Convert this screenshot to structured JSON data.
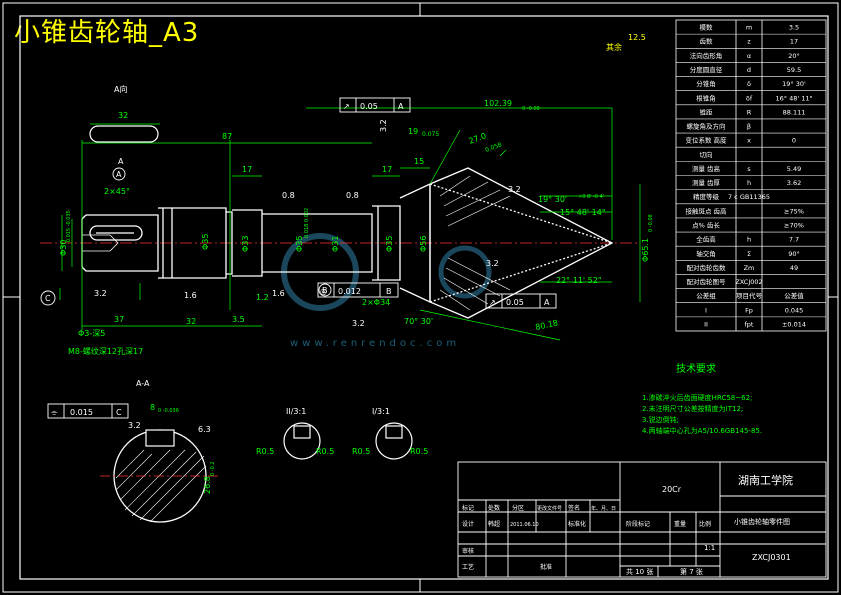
{
  "title": "小锥齿轮轴_A3",
  "view_labels": {
    "a_direction": "A向",
    "section_aa": "A-A",
    "detail_ii": "II/3:1",
    "detail_i": "I/3:1",
    "section_mark": "A",
    "rest_symbol": "其余",
    "rest_roughness": "12.5"
  },
  "dims": {
    "keyway_len": "32",
    "len_87": "87",
    "len_102": "102.39",
    "len_102_tol": "0 -0.08",
    "len_15": "15",
    "len_17a": "17",
    "len_17b": "17",
    "len_37": "37",
    "len_32": "32",
    "len_3_5": "3.5",
    "len_19": "19",
    "len_19_tol": "0.075",
    "len_27": "27.0",
    "len_27_tol": "0.058",
    "chamfer": "2×45°",
    "chamfer_2": "2×Φ34",
    "d1": "Φ30",
    "d1_tol": "-0.015 -0.035",
    "d2": "Φ35",
    "d3": "Φ35",
    "d3_tol": "0.018 0.002",
    "d4": "Φ31",
    "d5": "Φ35",
    "d6": "Φ56",
    "d7": "Φ65.1",
    "d7_tol": "0 -0.08",
    "d8": "Φ33",
    "hole": "Φ3-深5",
    "thread": "M8-螺纹深12孔深17",
    "len_80": "80.18",
    "ang_19": "19° 30'",
    "ang_19_tol": "+0 8' -0 4'",
    "ang_15": "15° 48' 14\"",
    "ang_22": "22° 11' 52\"",
    "ang_70": "70° 30'",
    "sec_h": "26.8",
    "sec_h_tol": "0 -0.2",
    "sec_w": "8",
    "sec_w_tol": "0 -0.036",
    "det_r1": "R0.5",
    "det_r2": "R0.5",
    "det_r3": "R0.5",
    "det_r4": "R0.5",
    "one_x": "1.2"
  },
  "roughness": {
    "r1": "3.2",
    "r2": "3.2",
    "r3": "1.6",
    "r4": "0.8",
    "r5": "0.8",
    "r6": "1.6",
    "r7": "3.2",
    "r8": "3.2",
    "r9": "3.2",
    "r10": "6.3",
    "r11": "3.2"
  },
  "tolerances": {
    "t1_sym": "↗",
    "t1_val": "0.05",
    "t1_ref": "A",
    "t2_sym": "◎",
    "t2_val": "0.012",
    "t2_ref": "B",
    "t3_sym": "↗",
    "t3_val": "0.05",
    "t3_ref": "A",
    "t4_sym": "⌯",
    "t4_val": "0.015",
    "t4_ref": "C"
  },
  "datums": [
    "A",
    "B",
    "C"
  ],
  "param_table": [
    [
      "模数",
      "m",
      "3.5"
    ],
    [
      "齿数",
      "z",
      "17"
    ],
    [
      "法向齿形角",
      "α",
      "20°"
    ],
    [
      "分度圆直径",
      "d",
      "59.5"
    ],
    [
      "分锥角",
      "δ",
      "19° 30'"
    ],
    [
      "根锥角",
      "δf",
      "16° 48' 11\""
    ],
    [
      "锥距",
      "R",
      "88.111"
    ],
    [
      "螺旋角及方向",
      "β",
      ""
    ],
    [
      "变位系数 高度",
      "x",
      "0"
    ],
    [
      "切向",
      "",
      ""
    ],
    [
      "测量 齿高",
      "s",
      "5.49"
    ],
    [
      "测量 齿厚",
      "h",
      "3.62"
    ],
    [
      "精度等级",
      "7 c GB11365",
      ""
    ],
    [
      "接触斑点 齿高",
      "",
      "≥75%"
    ],
    [
      "点% 齿长",
      "",
      "≥70%"
    ],
    [
      "全齿高",
      "h",
      "7.7"
    ],
    [
      "轴交角",
      "Σ",
      "90°"
    ],
    [
      "配对齿轮齿数",
      "Zm",
      "49"
    ],
    [
      "配对齿轮图号",
      "ZXCJ002",
      ""
    ],
    [
      "公差组",
      "项目代号",
      "公差值"
    ],
    [
      "I",
      "Fp",
      "0.045"
    ],
    [
      "II",
      "fpt",
      "±0.014"
    ]
  ],
  "tech_req": {
    "heading": "技术要求",
    "items": [
      "1.渗碳淬火后齿面硬度HRC58~62;",
      "2.未注明尺寸公差按精度为IT12;",
      "3.锐边倒钝;",
      "4.两轴端中心孔为A5/10.6GB145-85."
    ]
  },
  "title_block": {
    "material": "20Cr",
    "school": "湖南工学院",
    "part_name": "小锥齿轮轴零件图",
    "drawing_no": "ZXCJ0301",
    "scale": "1:1",
    "sheets_total": "共 10 张",
    "sheet_no": "第 7 张",
    "labels": {
      "mark": "标记",
      "count": "处数",
      "zone": "分区",
      "change_doc": "更改文件号",
      "sign": "签名",
      "date": "年、月、日",
      "design": "设计",
      "designer": "韩超",
      "design_date": "2011.06.10",
      "standardize": "标准化",
      "stage": "阶段标记",
      "weight": "重量",
      "ratio": "比例",
      "review": "审核",
      "process": "工艺",
      "approve": "批准"
    }
  },
  "watermark": "www.renrendoc.com",
  "colors": {
    "background": "#000000",
    "outline": "#ffffff",
    "dimension": "#00ff00",
    "center": "#ff0000",
    "title": "#ffff00",
    "watermark": "#1e4f66"
  }
}
